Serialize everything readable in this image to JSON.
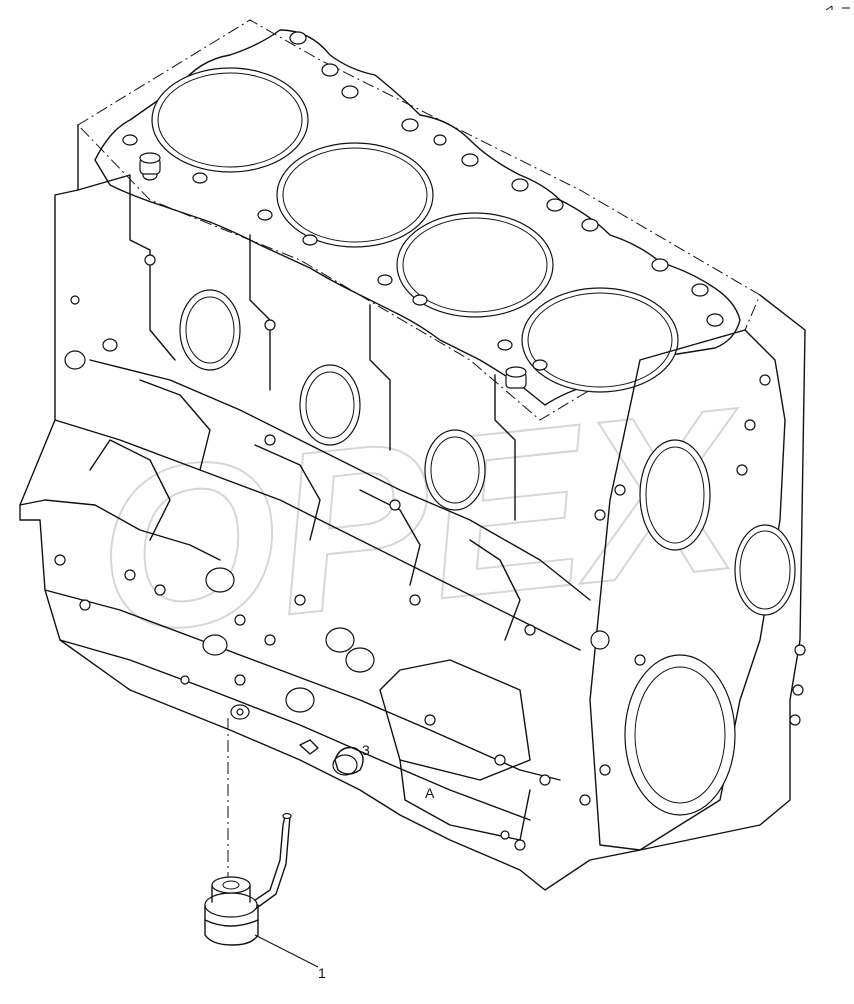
{
  "figure": {
    "callouts": [
      {
        "id": "1",
        "text": "1"
      }
    ],
    "markings": {
      "embossed_letter": "A",
      "cast_digit": "3"
    },
    "watermark_text": "OPEX",
    "colors": {
      "line": "#111111",
      "background": "#ffffff",
      "watermark": "#d6d6d6"
    }
  }
}
